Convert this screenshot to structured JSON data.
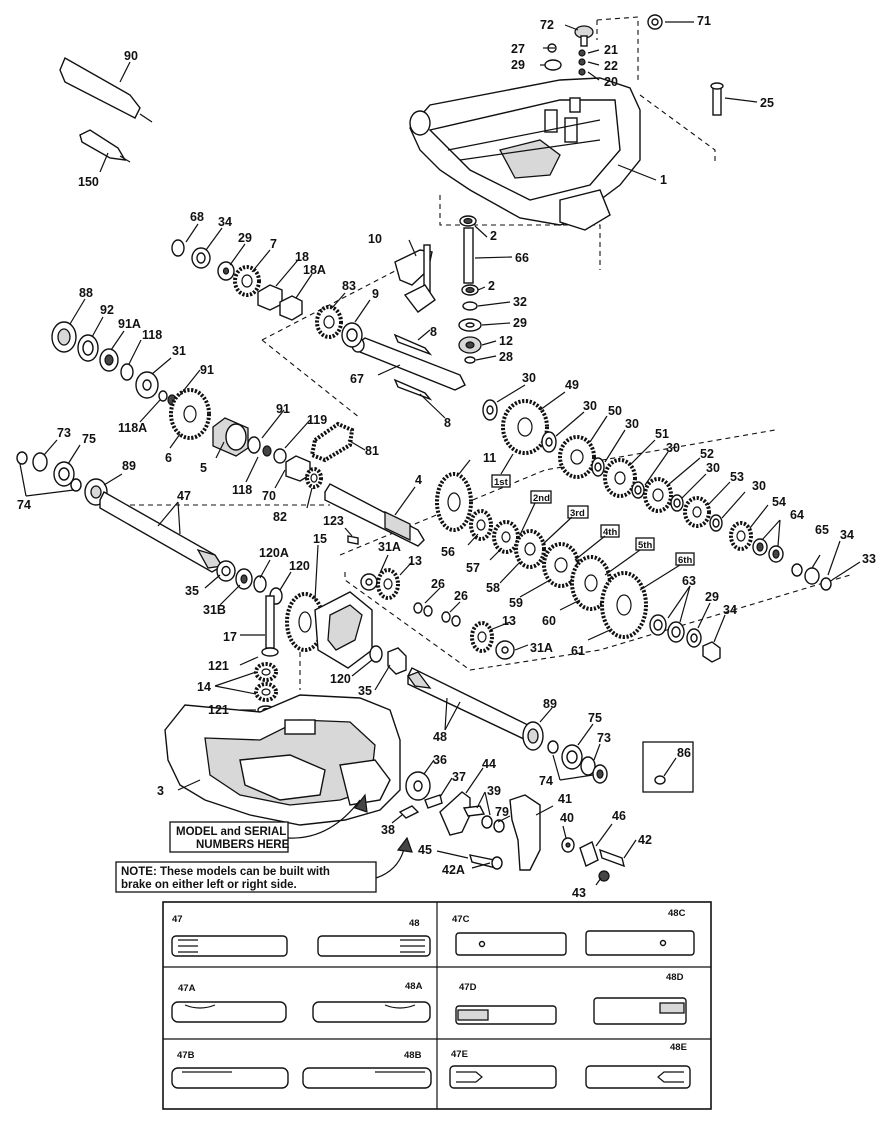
{
  "callouts": {
    "c1": "1",
    "c2a": "2",
    "c2b": "2",
    "c3": "3",
    "c4": "4",
    "c5": "5",
    "c6": "6",
    "c7": "7",
    "c8a": "8",
    "c8b": "8",
    "c9": "9",
    "c10": "10",
    "c11": "11",
    "c12": "12",
    "c13a": "13",
    "c13b": "13",
    "c14": "14",
    "c15": "15",
    "c17": "17",
    "c18": "18",
    "c18a": "18A",
    "c20": "20",
    "c21": "21",
    "c22": "22",
    "c25": "25",
    "c26a": "26",
    "c26b": "26",
    "c27": "27",
    "c28": "28",
    "c29a": "29",
    "c29b": "29",
    "c29c": "29",
    "c29d": "29",
    "c30a": "30",
    "c30b": "30",
    "c30c": "30",
    "c30d": "30",
    "c30e": "30",
    "c30f": "30",
    "c31": "31",
    "c31aa": "31A",
    "c31ab": "31A",
    "c31b": "31B",
    "c32": "32",
    "c33": "33",
    "c34a": "34",
    "c34b": "34",
    "c34c": "34",
    "c35a": "35",
    "c35b": "35",
    "c36": "36",
    "c37": "37",
    "c38": "38",
    "c39": "39",
    "c40": "40",
    "c41": "41",
    "c42": "42",
    "c42a": "42A",
    "c43": "43",
    "c44": "44",
    "c45": "45",
    "c46": "46",
    "c47": "47",
    "c48": "48",
    "c49": "49",
    "c50": "50",
    "c51": "51",
    "c52": "52",
    "c53": "53",
    "c54": "54",
    "c56": "56",
    "c57": "57",
    "c58": "58",
    "c59": "59",
    "c60": "60",
    "c61": "61",
    "c63": "63",
    "c64": "64",
    "c65": "65",
    "c66": "66",
    "c67": "67",
    "c68": "68",
    "c70": "70",
    "c71": "71",
    "c72": "72",
    "c73a": "73",
    "c73b": "73",
    "c74a": "74",
    "c74b": "74",
    "c75a": "75",
    "c75b": "75",
    "c79": "79",
    "c81": "81",
    "c82": "82",
    "c83": "83",
    "c86": "86",
    "c88": "88",
    "c89a": "89",
    "c89b": "89",
    "c90": "90",
    "c91": "91",
    "c91b": "91",
    "c91a": "91A",
    "c92": "92",
    "c118a": "118",
    "c118b": "118",
    "c118aa": "118A",
    "c119": "119",
    "c120a": "120",
    "c120b": "120",
    "c120aa": "120A",
    "c121a": "121",
    "c121b": "121",
    "c123": "123",
    "c150": "150"
  },
  "gear_labels": [
    "1st",
    "2nd",
    "3rd",
    "4th",
    "5th",
    "6th"
  ],
  "model_serial_box": [
    "MODEL and SERIAL",
    "NUMBERS HERE"
  ],
  "note_box": [
    "NOTE: These models can be built with",
    "brake on either left or right side."
  ],
  "shaft_table": {
    "cells": [
      {
        "left": "47",
        "right": "48"
      },
      {
        "left": "47C",
        "right": "48C"
      },
      {
        "left": "47A",
        "right": "48A"
      },
      {
        "left": "47D",
        "right": "48D"
      },
      {
        "left": "47B",
        "right": "48B"
      },
      {
        "left": "47E",
        "right": "48E"
      }
    ]
  }
}
